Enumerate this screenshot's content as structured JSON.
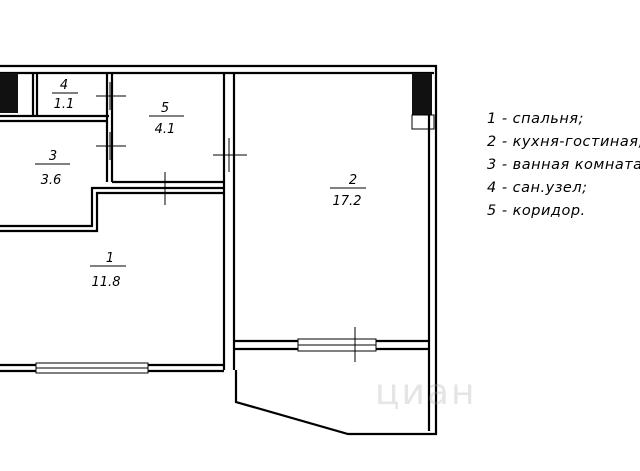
{
  "rooms": [
    {
      "id": "4",
      "number": "4",
      "area": "1.1"
    },
    {
      "id": "5",
      "number": "5",
      "area": "4.1"
    },
    {
      "id": "3",
      "number": "3",
      "area": "3.6"
    },
    {
      "id": "2",
      "number": "2",
      "area": "17.2"
    },
    {
      "id": "1",
      "number": "1",
      "area": "11.8"
    }
  ],
  "legend": [
    "1 - спальня;",
    "2 - кухня-гостиная;",
    "3 - ванная комната;",
    "4 - сан.узел;",
    "5 - коридор."
  ],
  "watermark": "циан"
}
